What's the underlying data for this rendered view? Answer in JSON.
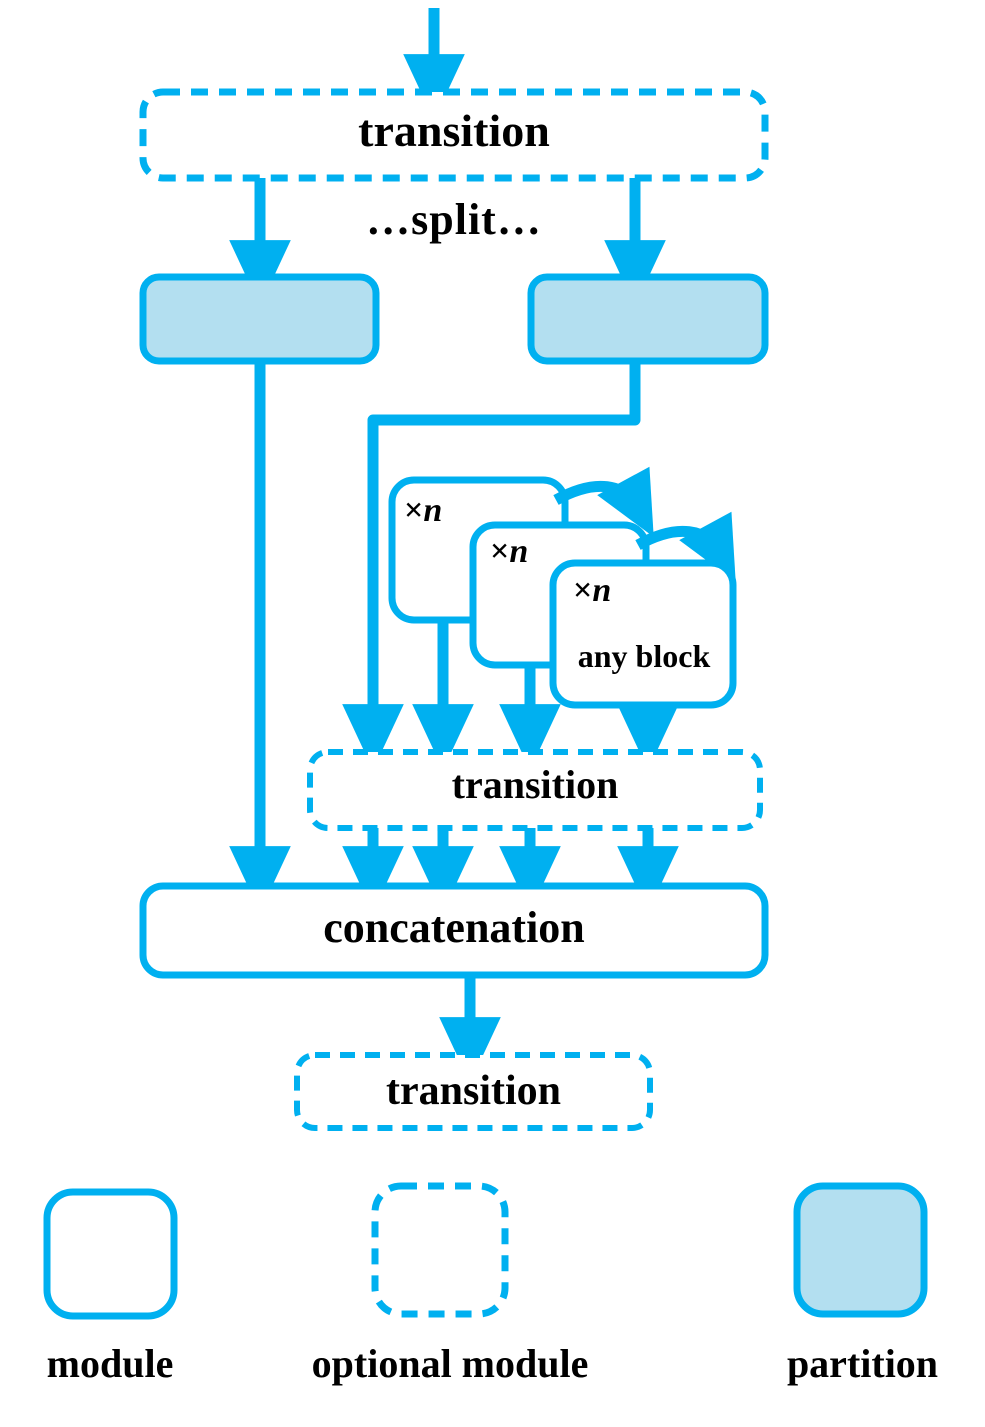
{
  "diagram": {
    "title": "network architecture flow diagram",
    "colors": {
      "stroke": "#00b0f0",
      "partition_fill": "#b3dff0",
      "module_fill": "#ffffff",
      "text": "#000000"
    },
    "nodes": {
      "transition_top": {
        "label": "transition",
        "style": "optional-module"
      },
      "split_note": {
        "label": "…split…"
      },
      "partition_left": {
        "label": "",
        "style": "partition"
      },
      "partition_right": {
        "label": "",
        "style": "partition"
      },
      "block_card_1": {
        "multiplier": "×",
        "n": "n",
        "style": "module"
      },
      "block_card_2": {
        "multiplier": "×",
        "n": "n",
        "style": "module"
      },
      "block_card_3": {
        "multiplier": "×",
        "n": "n",
        "label": "any block",
        "style": "module"
      },
      "transition_mid": {
        "label": "transition",
        "style": "optional-module"
      },
      "concatenation": {
        "label": "concatenation",
        "style": "module"
      },
      "transition_bottom": {
        "label": "transition",
        "style": "optional-module"
      }
    },
    "legend": {
      "items": [
        {
          "key": "module",
          "label": "module",
          "style": "solid-outline",
          "fill": "#ffffff"
        },
        {
          "key": "optional-module",
          "label": "optional module",
          "style": "dashed-outline",
          "fill": "#ffffff"
        },
        {
          "key": "partition",
          "label": "partition",
          "style": "solid-outline",
          "fill": "#b3dff0"
        }
      ]
    }
  }
}
